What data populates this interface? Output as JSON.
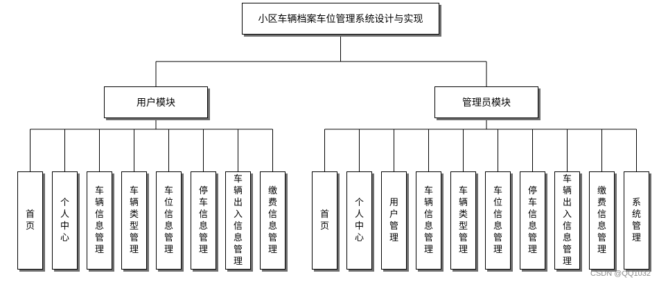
{
  "title": "小区车辆档案车位管理系统设计与实现",
  "modules": [
    {
      "label": "用户模块",
      "items": [
        "首页",
        "个人中心",
        "车辆信息管理",
        "车辆类型管理",
        "车位信息管理",
        "停车信息管理",
        "车辆出入信息管理",
        "缴费信息管理"
      ]
    },
    {
      "label": "管理员模块",
      "items": [
        "首页",
        "个人中心",
        "用户管理",
        "车辆信息管理",
        "车辆类型管理",
        "车位信息管理",
        "停车信息管理",
        "车辆出入信息管理",
        "缴费信息管理",
        "系统管理"
      ]
    }
  ],
  "watermark": "CSDN @QQ1032"
}
